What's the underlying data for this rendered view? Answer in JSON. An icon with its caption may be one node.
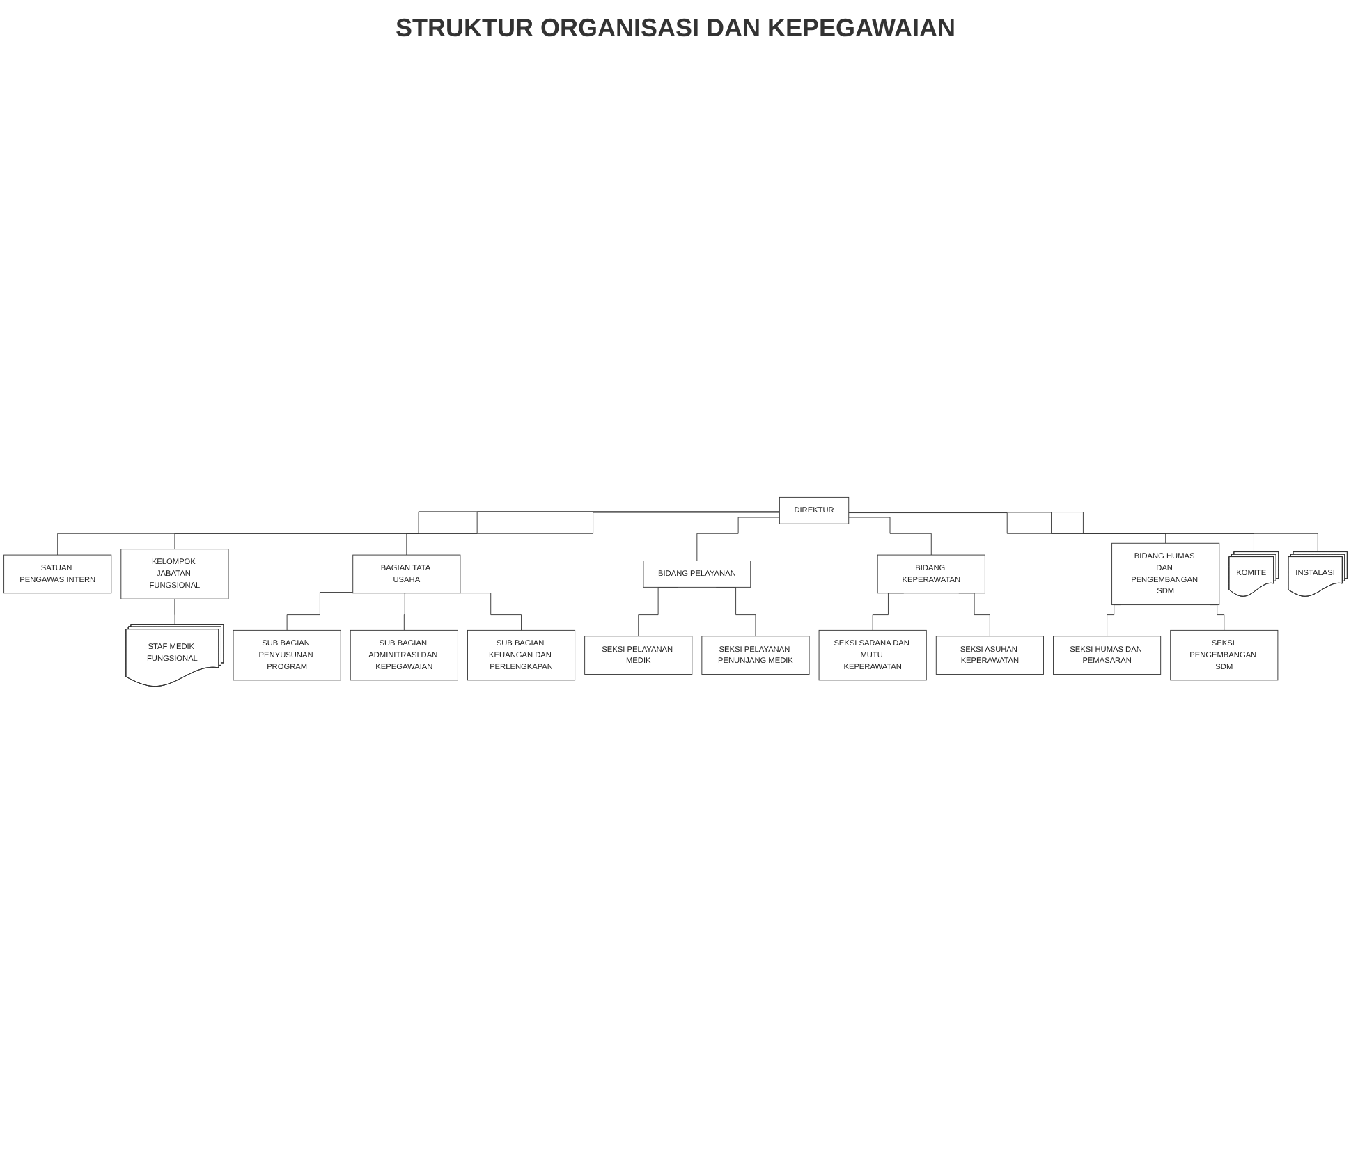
{
  "diagram": {
    "title": "STRUKTUR ORGANISASI DAN KEPEGAWAIAN",
    "nodes": [
      {
        "text": [
          "DIREKTUR"
        ]
      },
      {
        "text": [
          "SATUAN PENGAWAS INTERN"
        ]
      },
      {
        "text": [
          "KELOMPOK JABATAN FUNGSIONAL"
        ]
      },
      {
        "text": [
          "STAF MEDIK FUNGSIONAL"
        ]
      },
      {
        "text": [
          "BAGIAN TATA USAHA"
        ]
      },
      {
        "text": [
          "SUB BAGIAN PENYUSUNAN PROGRAM"
        ]
      },
      {
        "text": [
          "SUB BAGIAN ADMINITRASI DAN KEPEGAWAIAN"
        ]
      },
      {
        "text": [
          "SUB BAGIAN KEUANGAN DAN PERLENGKAPAN"
        ]
      },
      {
        "text": [
          "BIDANG PELAYANAN"
        ]
      },
      {
        "text": [
          "BIDANG KEPERAWATAN"
        ]
      },
      {
        "text": [
          "BIDANG HUMAS DAN PENGEMBANGAN SDM"
        ]
      },
      {
        "text": [
          "SEKSI PELAYANAN MEDIK"
        ]
      },
      {
        "text": [
          "SEKSI PELAYANAN PENUNJANG MEDIK"
        ]
      },
      {
        "text": [
          "SEKSI SARANA DAN MUTU KEPERAWATAN"
        ]
      },
      {
        "text": [
          "SEKSI ASUHAN KEPERAWATAN"
        ]
      },
      {
        "text": [
          "SEKSI HUMAS DAN PEMASARAN"
        ]
      },
      {
        "text": [
          "SEKSI PENGEMBANGAN SDM"
        ]
      },
      {
        "text": [
          "KOMITE"
        ]
      },
      {
        "text": [
          "INSTALASI"
        ]
      }
    ],
    "edges": [
      {
        "from": 0,
        "to": 1,
        "arrow": "none"
      },
      {
        "from": 0,
        "to": 2,
        "arrow": "none"
      },
      {
        "from": 2,
        "to": 3,
        "arrow": "none"
      },
      {
        "from": 0,
        "to": 4,
        "arrow": "none"
      },
      {
        "from": 4,
        "to": 5,
        "arrow": "none"
      },
      {
        "from": 4,
        "to": 6,
        "arrow": "none"
      },
      {
        "from": 4,
        "to": 7,
        "arrow": "none"
      },
      {
        "from": 0,
        "to": 8,
        "arrow": "none"
      },
      {
        "from": 0,
        "to": 9,
        "arrow": "none"
      },
      {
        "from": 0,
        "to": 10,
        "arrow": "none"
      },
      {
        "from": 8,
        "to": 11,
        "arrow": "none"
      },
      {
        "from": 8,
        "to": 12,
        "arrow": "none"
      },
      {
        "from": 9,
        "to": 13,
        "arrow": "none"
      },
      {
        "from": 9,
        "to": 14,
        "arrow": "none"
      },
      {
        "from": 10,
        "to": 15,
        "arrow": "none"
      },
      {
        "from": 10,
        "to": 16,
        "arrow": "none"
      },
      {
        "from": 0,
        "to": 17,
        "arrow": "none"
      },
      {
        "from": 0,
        "to": 18,
        "arrow": "none"
      }
    ]
  }
}
